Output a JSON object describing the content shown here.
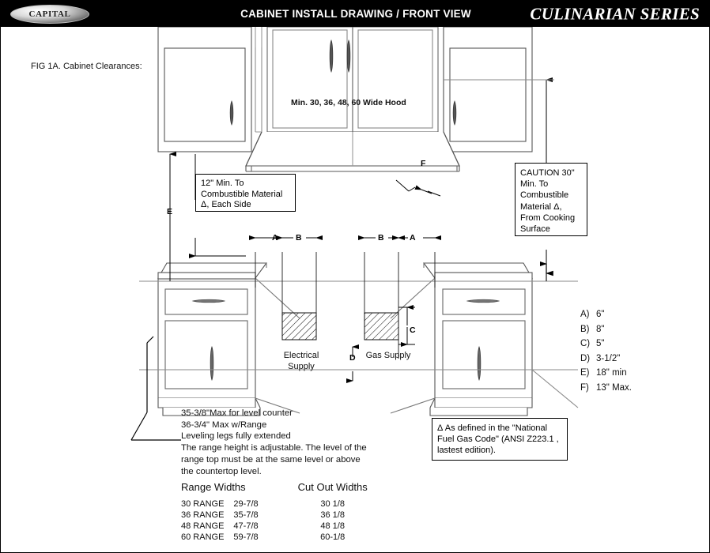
{
  "header": {
    "logo_text": "CAPITAL",
    "title": "CABINET INSTALL DRAWING / FRONT VIEW",
    "series": "CULINARIAN SERIES"
  },
  "drawing": {
    "figure_label": "FIG 1A. Cabinet Clearances:",
    "hood_label": "Min. 30, 36, 48, 60 Wide Hood",
    "callout_clearance": "12\" Min. To\nCombustible Material\nΔ, Each Side",
    "callout_caution": "CAUTION 30\"\nMin. To\nCombustible\nMaterial  Δ,\nFrom Cooking\nSurface",
    "callout_delta_note": "Δ As defined in the\n\"National Fuel Gas Code\"\n(ANSI Z223.1 , lastest edition).",
    "dimension_letters": {
      "a_left": "A",
      "b_left": "B",
      "b_right": "B",
      "a_right": "A",
      "c": "C",
      "d": "D",
      "e": "E",
      "f": "F"
    },
    "electrical_supply_label": "Electrical\nSupply",
    "gas_supply_label": "Gas\nSupply"
  },
  "legend": {
    "items": [
      {
        "key": "A)",
        "value": "6\""
      },
      {
        "key": "B)",
        "value": "8\""
      },
      {
        "key": "C)",
        "value": "5\""
      },
      {
        "key": "D)",
        "value": "3-1/2\""
      },
      {
        "key": "E)",
        "value": "18\" min"
      },
      {
        "key": "F)",
        "value": "13\" Max."
      }
    ]
  },
  "notes": {
    "lines": [
      "35-3/8\"Max for level counter",
      "36-3/4\" Max w/Range",
      "Leveling legs fully extended",
      "The range height is adjustable. The level of the",
      "range top must be at the same level or above",
      "the countertop level."
    ]
  },
  "width_table": {
    "headers": [
      "Range Widths",
      "Cut Out Widths"
    ],
    "rows": [
      {
        "model": "30 RANGE",
        "range_width": "29-7/8",
        "cutout_width": "30 1/8"
      },
      {
        "model": "36 RANGE",
        "range_width": "35-7/8",
        "cutout_width": "36 1/8"
      },
      {
        "model": "48 RANGE",
        "range_width": "47-7/8",
        "cutout_width": "48 1/8"
      },
      {
        "model": "60 RANGE",
        "range_width": "59-7/8",
        "cutout_width": "60-1/8"
      }
    ]
  },
  "colors": {
    "header_bg": "#000000",
    "header_text": "#ffffff",
    "line": "#1a1a1a",
    "light_line": "#8a8a8a"
  }
}
